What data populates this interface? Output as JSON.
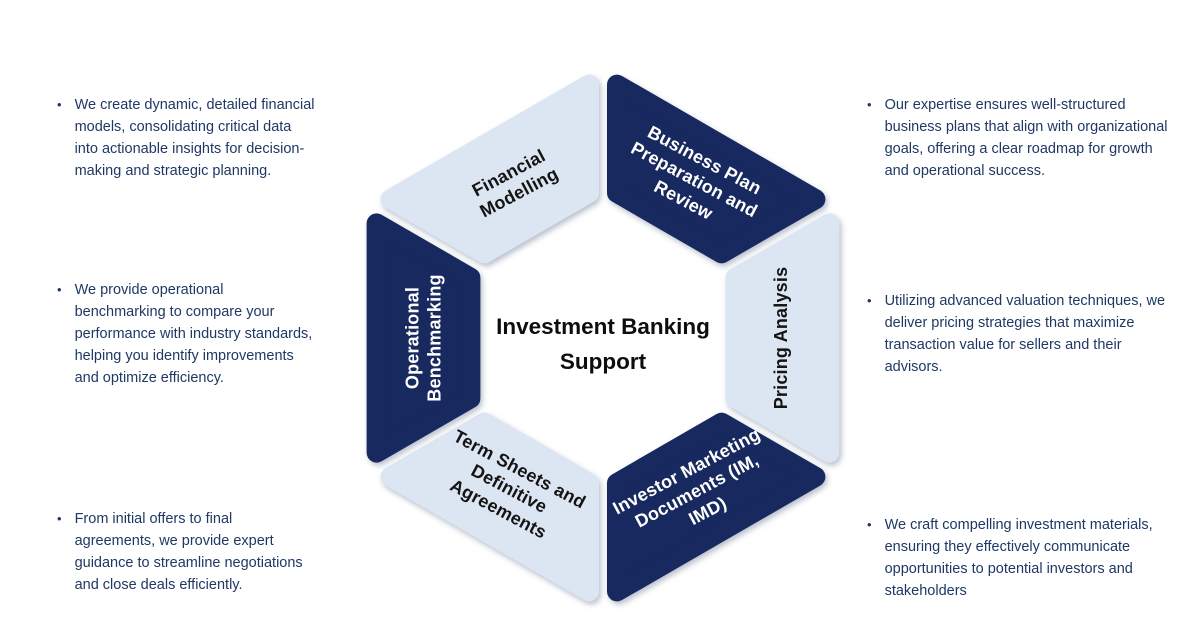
{
  "colors": {
    "navy": "#18295f",
    "light_blue": "#dce6f2",
    "bullet_text": "#1f3864",
    "title_text": "#0d0d0d",
    "label_on_light": "#141414",
    "label_on_dark": "#ffffff",
    "background": "#ffffff"
  },
  "center": {
    "title": "Investment Banking\nSupport"
  },
  "hexagon": {
    "segments": [
      {
        "id": "financial-modelling",
        "label": "Financial\nModelling",
        "tone": "light"
      },
      {
        "id": "business-plan-preparation-and-review",
        "label": "Business Plan\nPreparation and\nReview",
        "tone": "dark"
      },
      {
        "id": "pricing-analysis",
        "label": "Pricing Analysis",
        "tone": "light"
      },
      {
        "id": "investor-marketing-documents",
        "label": "Investor Marketing\nDocuments (IM,\nIMD)",
        "tone": "dark"
      },
      {
        "id": "term-sheets-and-definitive-agreements",
        "label": "Term Sheets and\nDefinitive\nAgreements",
        "tone": "light"
      },
      {
        "id": "operational-benchmarking",
        "label": "Operational\nBenchmarking",
        "tone": "dark"
      }
    ]
  },
  "bullets": {
    "marker": "•",
    "left": [
      {
        "text": "We create dynamic, detailed financial\nmodels, consolidating critical data\ninto actionable insights for decision-\nmaking and strategic planning."
      },
      {
        "text": "We provide operational\nbenchmarking to compare your\nperformance with industry standards,\nhelping you identify improvements\nand optimize efficiency."
      },
      {
        "text": "From initial offers to final\nagreements, we provide expert\nguidance to streamline negotiations\nand close deals efficiently."
      }
    ],
    "right": [
      {
        "text": "Our expertise ensures well-structured\nbusiness plans that align with organizational\ngoals, offering a clear roadmap for growth\nand operational success."
      },
      {
        "text": "Utilizing advanced valuation techniques, we\ndeliver pricing strategies that maximize\ntransaction value for sellers and their\nadvisors."
      },
      {
        "text": "We craft compelling investment materials,\nensuring they effectively communicate\nopportunities to potential investors and\nstakeholders"
      }
    ]
  }
}
